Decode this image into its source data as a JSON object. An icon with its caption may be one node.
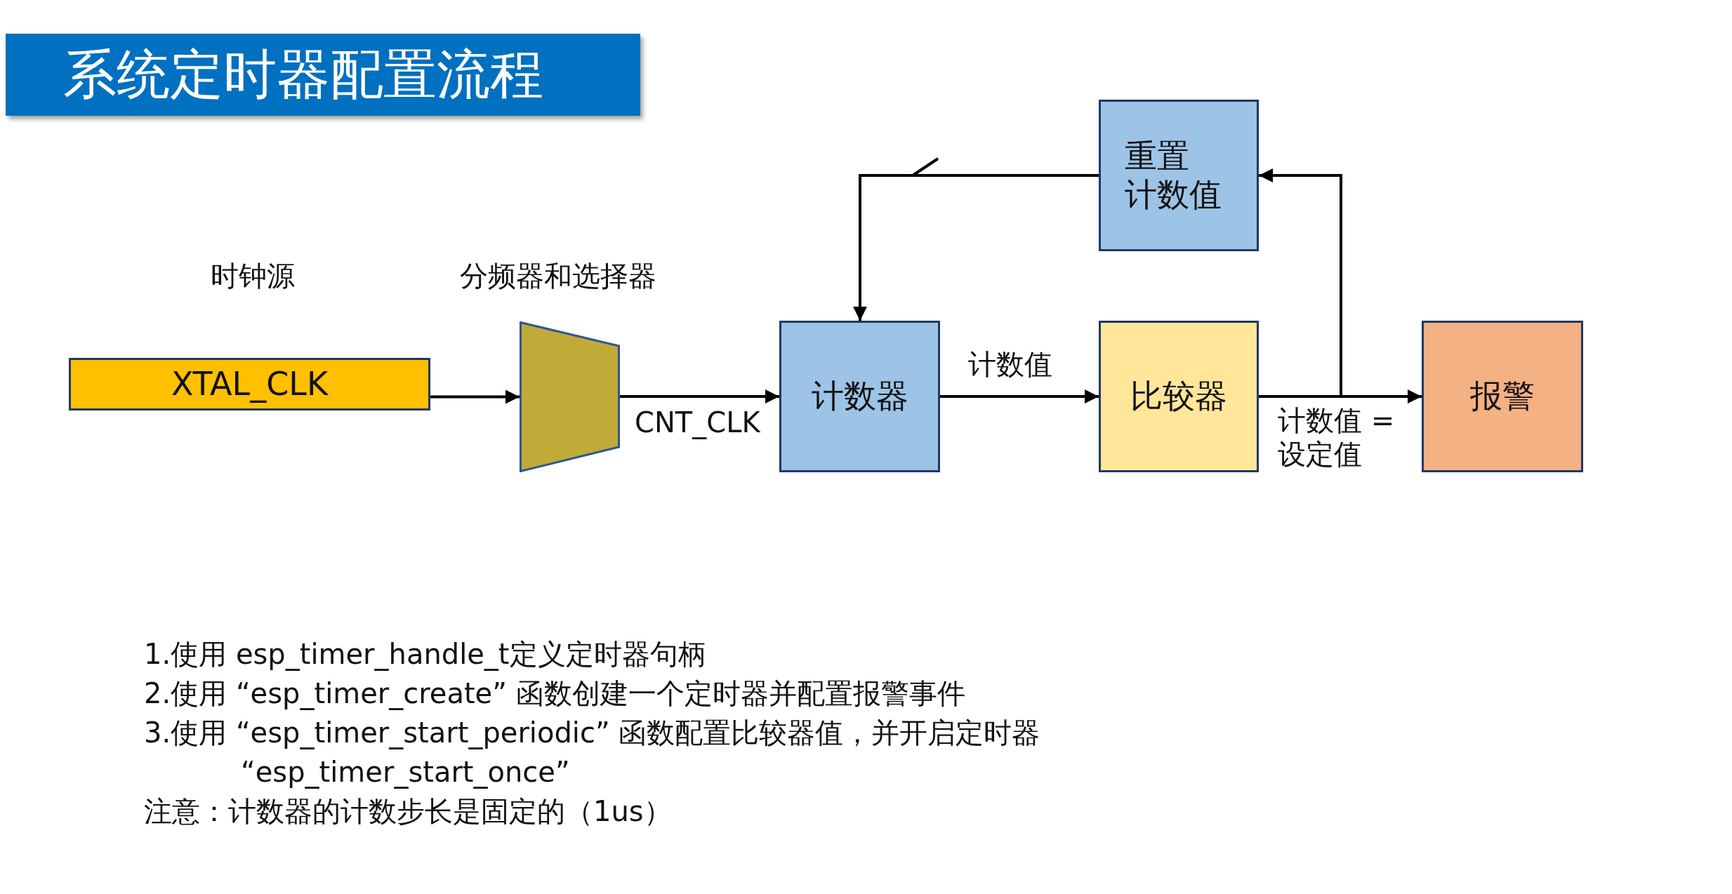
{
  "diagram": {
    "title": "系统定时器配置流程",
    "nodes": [
      {
        "text": [
          "XTAL_CLK"
        ],
        "beside": [
          "时钟源"
        ]
      },
      {
        "text": [],
        "shape": "trapezoid",
        "beside": [
          "分频器和选择器"
        ]
      },
      {
        "text": [
          "计数器"
        ]
      },
      {
        "text": [
          "比较器"
        ]
      },
      {
        "text": [
          "报警"
        ]
      },
      {
        "text": [
          "重置",
          "计数值"
        ]
      }
    ],
    "edges": [
      {
        "from": 0,
        "to": 1,
        "arrow": "to"
      },
      {
        "from": 1,
        "to": 2,
        "arrow": "to",
        "label": "CNT_CLK"
      },
      {
        "from": 2,
        "to": 3,
        "arrow": "to",
        "label": "计数值"
      },
      {
        "from": 3,
        "to": 4,
        "arrow": "to",
        "label": "计数值 =设定值"
      },
      {
        "from": 3,
        "to": 5,
        "arrow": "to"
      },
      {
        "from": 5,
        "to": 2,
        "arrow": "to"
      }
    ],
    "labels": [
      "1.使用 esp_timer_handle_t定义定时器句柄",
      "2.使用 “esp_timer_create” 函数创建一个定时器并配置报警事件",
      "3.使用 “esp_timer_start_periodic” 函数配置比较器值，并开启定时器",
      "“esp_timer_start_once”",
      "注意：计数器的计数步长是固定的（1us）"
    ]
  }
}
